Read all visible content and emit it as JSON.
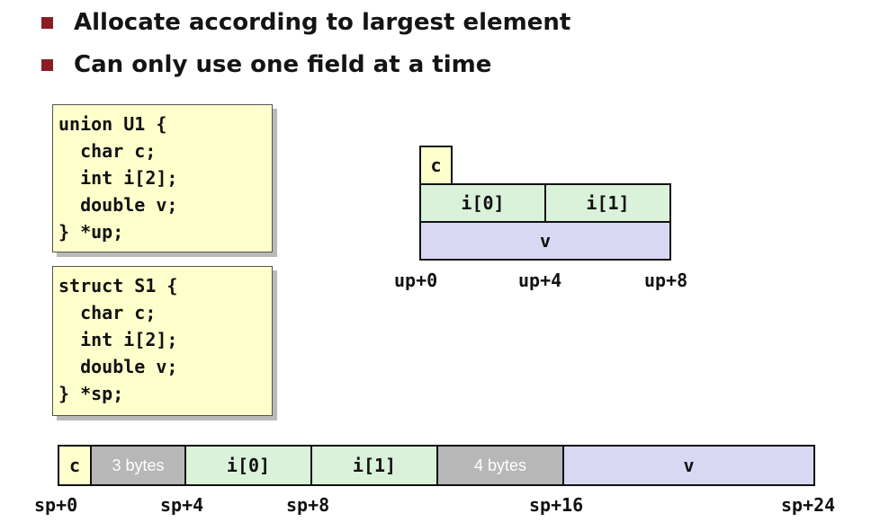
{
  "bullets": [
    "Allocate according to largest element",
    "Can only use one field at a time"
  ],
  "union_code": {
    "lines": [
      "union U1 {",
      "  char c;",
      "  int i[2];",
      "  double v;",
      "} *up;"
    ]
  },
  "struct_code": {
    "lines": [
      "struct S1 {",
      "  char c;",
      "  int i[2];",
      "  double v;",
      "} *sp;"
    ]
  },
  "union_layout": {
    "cells": {
      "c": "c",
      "i0": "i[0]",
      "i1": "i[1]",
      "v": "v"
    },
    "offsets": [
      "up+0",
      "up+4",
      "up+8"
    ]
  },
  "struct_layout": {
    "cells": [
      "c",
      "3 bytes",
      "i[0]",
      "i[1]",
      "4 bytes",
      "v"
    ],
    "offsets": [
      "sp+0",
      "sp+4",
      "sp+8",
      "sp+16",
      "sp+24"
    ]
  },
  "colors": {
    "bullet": "#8b1c24",
    "char_cell": "#ffffcc",
    "int_cell": "#daf1da",
    "double_cell": "#d9d8f3",
    "padding_cell": "#b7b7b7"
  }
}
